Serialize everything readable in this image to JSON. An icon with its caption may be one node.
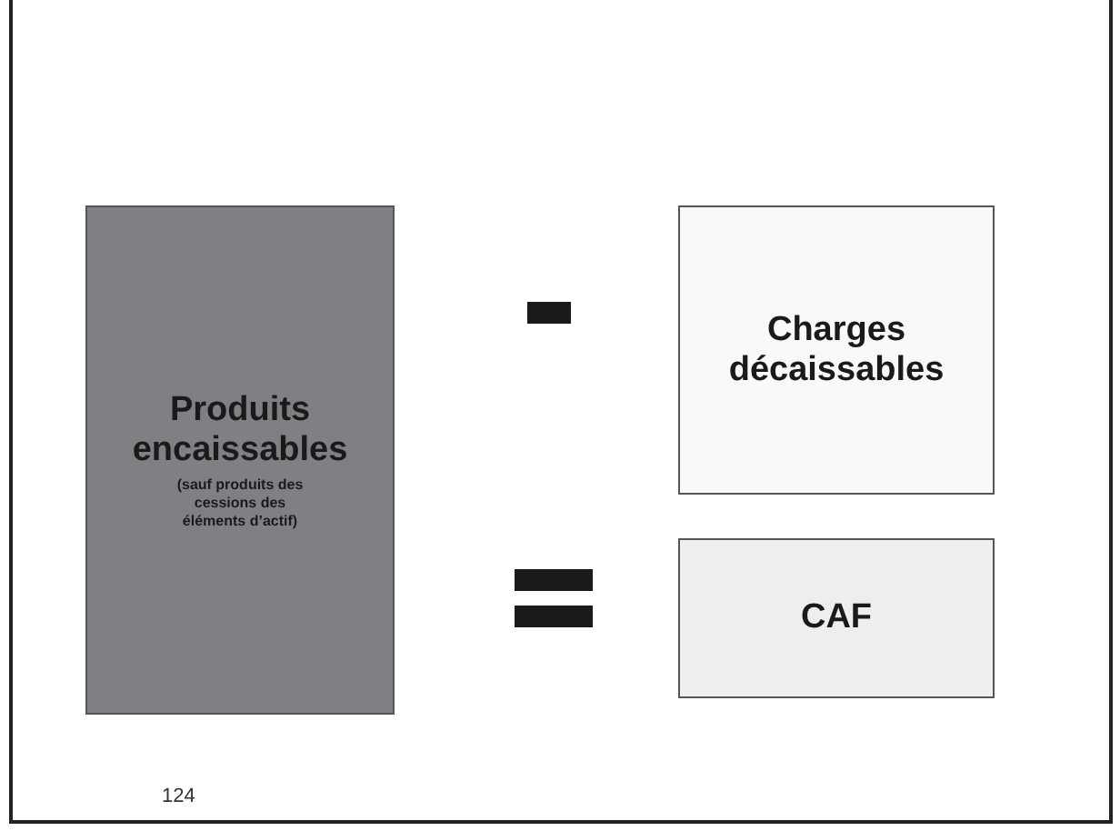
{
  "diagram": {
    "nodes": [
      {
        "text": [
          "Produits encaissables",
          "(sauf produits des cessions des éléments d’actif)"
        ]
      },
      {
        "text": [
          "Charges décaissables"
        ]
      },
      {
        "text": [
          "CAF"
        ]
      }
    ],
    "labels": [
      "124"
    ]
  }
}
